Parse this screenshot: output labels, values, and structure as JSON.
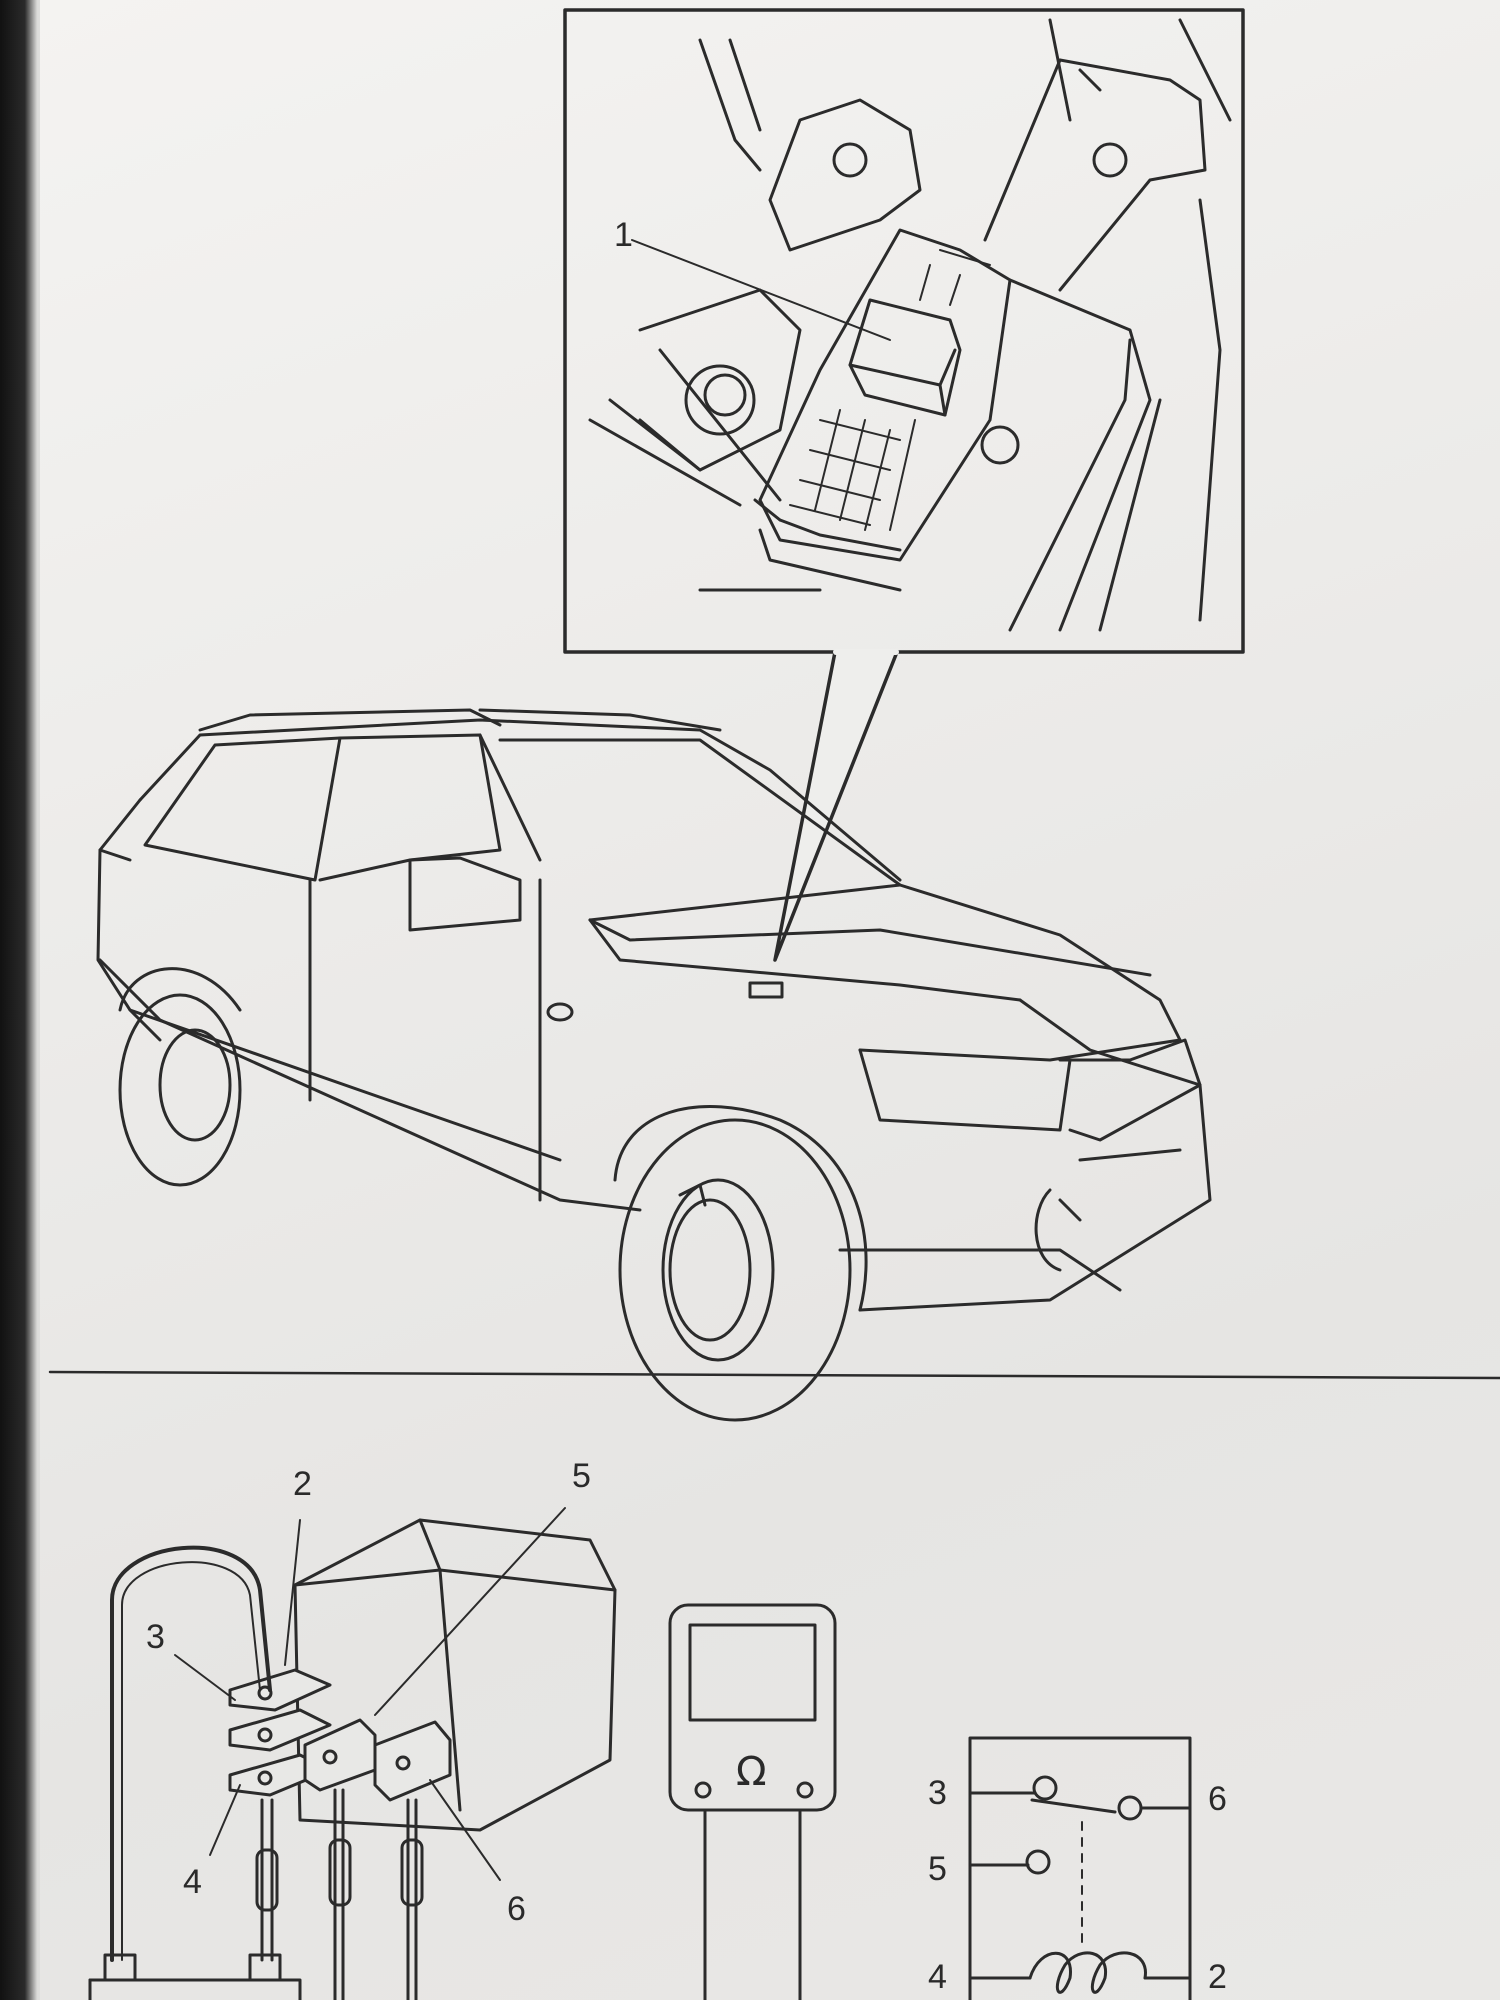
{
  "callouts": {
    "c1": "1",
    "c2": "2",
    "c3": "3",
    "c4": "4",
    "c5": "5",
    "c6": "6"
  },
  "meter": {
    "symbol": "Ω"
  },
  "schematic_terminals": {
    "t3": "3",
    "t6": "6",
    "t5": "5",
    "t4": "4",
    "t2": "2"
  }
}
